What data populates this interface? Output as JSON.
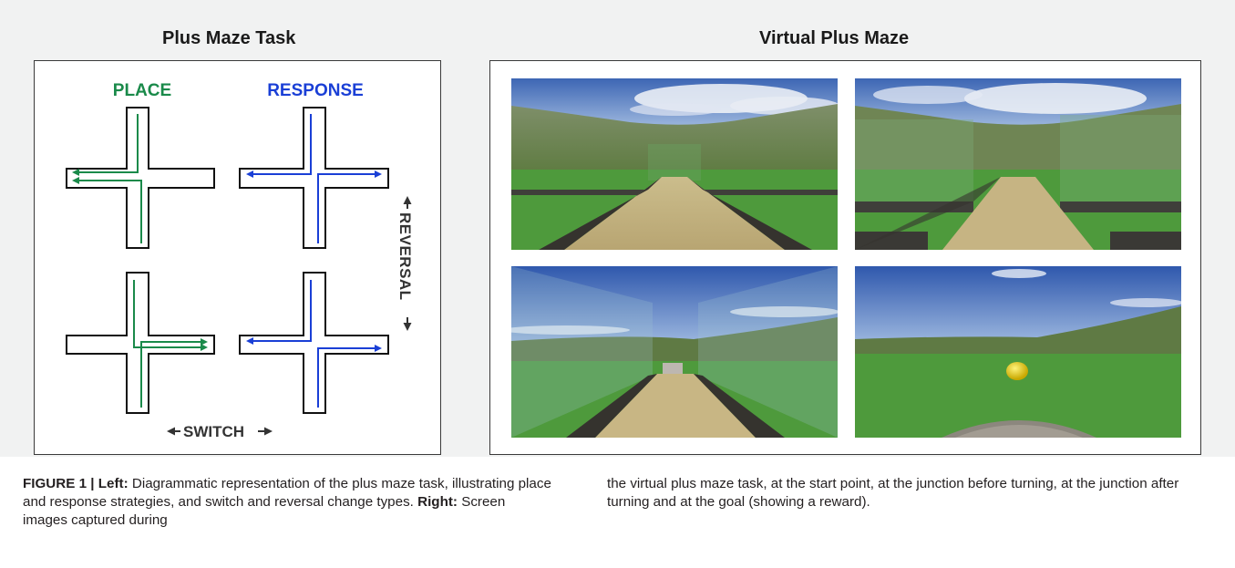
{
  "figure": {
    "left_title": "Plus Maze Task",
    "right_title": "Virtual Plus Maze",
    "diagram": {
      "place_label": "PLACE",
      "response_label": "RESPONSE",
      "reversal_label": "REVERSAL",
      "switch_label": "SWITCH",
      "place_color": "#1a8a4a",
      "response_color": "#1a3fd6"
    },
    "screens": [
      {
        "name": "start-point"
      },
      {
        "name": "junction-before-turning"
      },
      {
        "name": "junction-after-turning"
      },
      {
        "name": "goal-with-reward"
      }
    ]
  },
  "caption": {
    "label": "FIGURE 1 | ",
    "left_heading": "Left:",
    "left_text": " Diagrammatic representation of the plus maze task, illustrating place and response strategies, and switch and reversal change types. ",
    "right_heading": "Right:",
    "right_text_a": " Screen images captured during",
    "right_text_b": "the virtual plus maze task, at the start point, at the junction before turning, at the junction after turning and at the goal (showing a reward)."
  }
}
